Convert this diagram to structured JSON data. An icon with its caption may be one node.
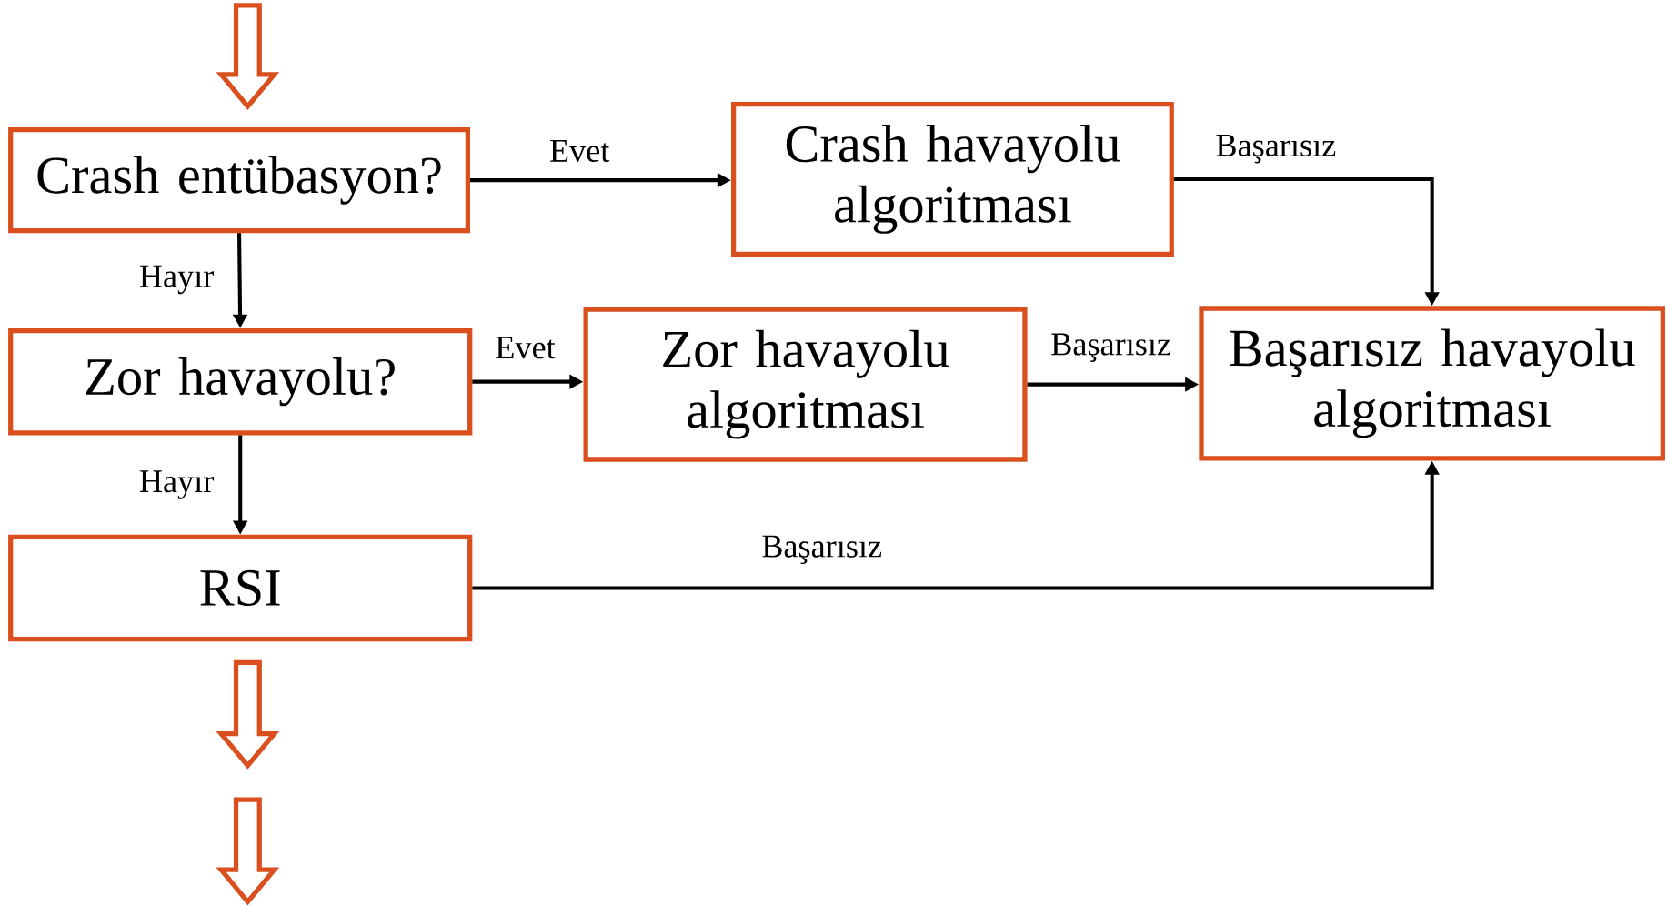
{
  "diagram": {
    "nodes": [
      {
        "text": [
          "Crash entübasyon?"
        ]
      },
      {
        "text": [
          "Crash havayolu algoritması"
        ]
      },
      {
        "text": [
          "Zor havayolu?"
        ]
      },
      {
        "text": [
          "Zor havayolu algoritması"
        ]
      },
      {
        "text": [
          "Başarısız havayolu algoritması"
        ]
      },
      {
        "text": [
          "RSI"
        ]
      }
    ],
    "edges": [
      {
        "from": null,
        "to": 0,
        "arrow": "to",
        "style": "thick",
        "color": "#d9501e"
      },
      {
        "from": 0,
        "to": 1,
        "arrow": "to",
        "label": "Evet"
      },
      {
        "from": 0,
        "to": 2,
        "arrow": "to",
        "label": "Hayır"
      },
      {
        "from": 1,
        "to": 4,
        "arrow": "to",
        "label": "Başarısız"
      },
      {
        "from": 2,
        "to": 3,
        "arrow": "to",
        "label": "Evet"
      },
      {
        "from": 3,
        "to": 4,
        "arrow": "to",
        "label": "Başarısız"
      },
      {
        "from": 2,
        "to": 5,
        "arrow": "to",
        "label": "Hayır"
      },
      {
        "from": 5,
        "to": 4,
        "arrow": "to",
        "label": "Başarısız"
      },
      {
        "from": 5,
        "to": null,
        "arrow": "to",
        "style": "thick",
        "color": "#d9501e"
      }
    ]
  }
}
